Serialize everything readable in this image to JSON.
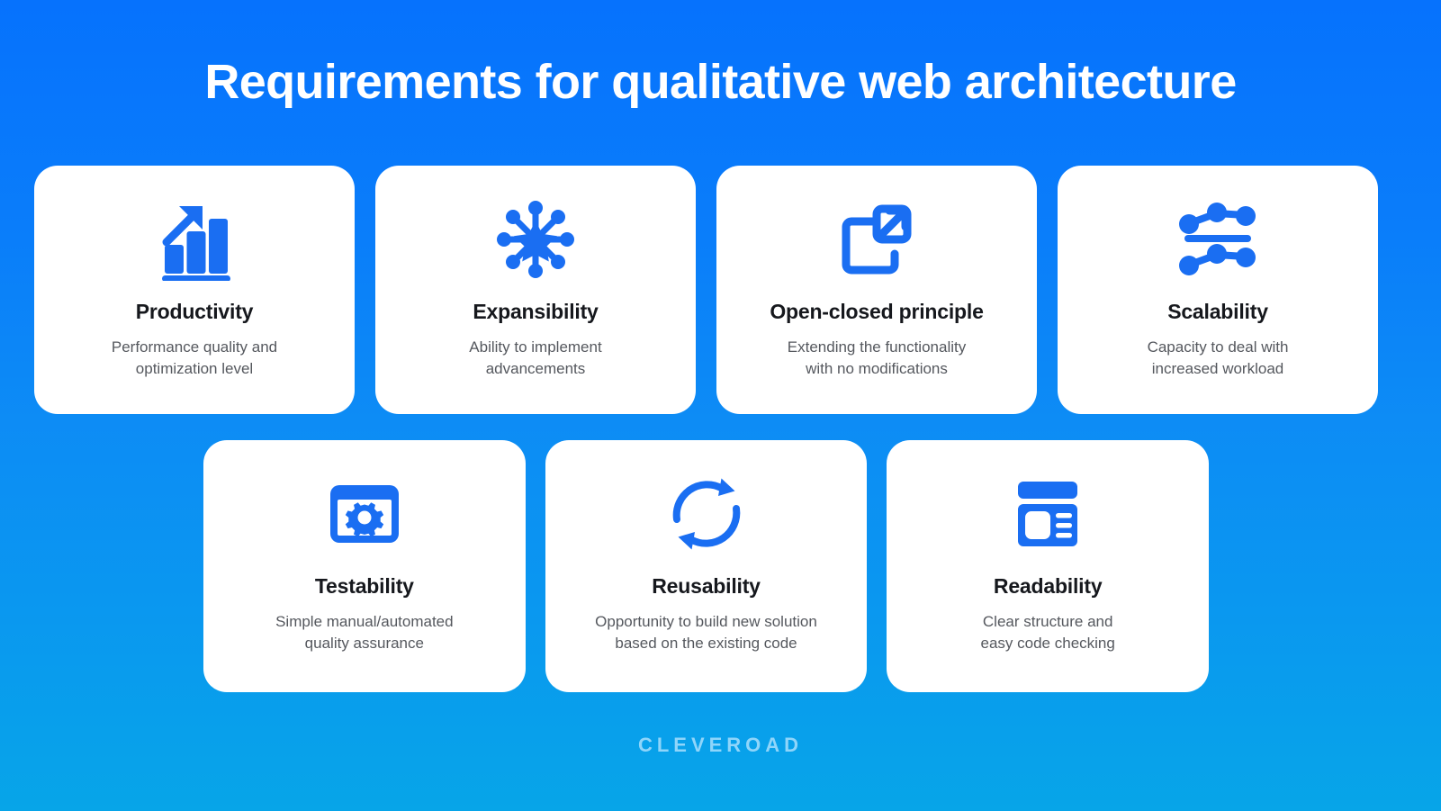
{
  "header": {
    "title": "Requirements for qualitative web architecture"
  },
  "theme": {
    "background_top": "#0672fd",
    "background_bottom": "#07a5e8",
    "card_background": "#ffffff",
    "icon_color": "#1a6ef2",
    "title_color": "#ffffff",
    "card_title_color": "#16181d",
    "card_desc_color": "#55585e",
    "footer_color": "#8fd5fa"
  },
  "rows": {
    "top": [
      {
        "icon": "bar-chart-growth-icon",
        "title": "Productivity",
        "desc": "Performance quality and\noptimization level"
      },
      {
        "icon": "star-network-icon",
        "title": "Expansibility",
        "desc": "Ability to implement\nadvancements"
      },
      {
        "icon": "external-link-square-icon",
        "title": "Open-closed principle",
        "desc": "Extending the functionality\nwith no modifications"
      },
      {
        "icon": "node-chain-scale-icon",
        "title": "Scalability",
        "desc": "Capacity to deal with\nincreased workload"
      }
    ],
    "bottom": [
      {
        "icon": "browser-gear-icon",
        "title": "Testability",
        "desc": "Simple manual/automated\nquality assurance"
      },
      {
        "icon": "circular-arrows-refresh-icon",
        "title": "Reusability",
        "desc": "Opportunity to build new solution\nbased on the existing code"
      },
      {
        "icon": "article-layout-icon",
        "title": "Readability",
        "desc": "Clear structure and\neasy code checking"
      }
    ]
  },
  "footer": {
    "brand": "CLEVEROAD"
  }
}
